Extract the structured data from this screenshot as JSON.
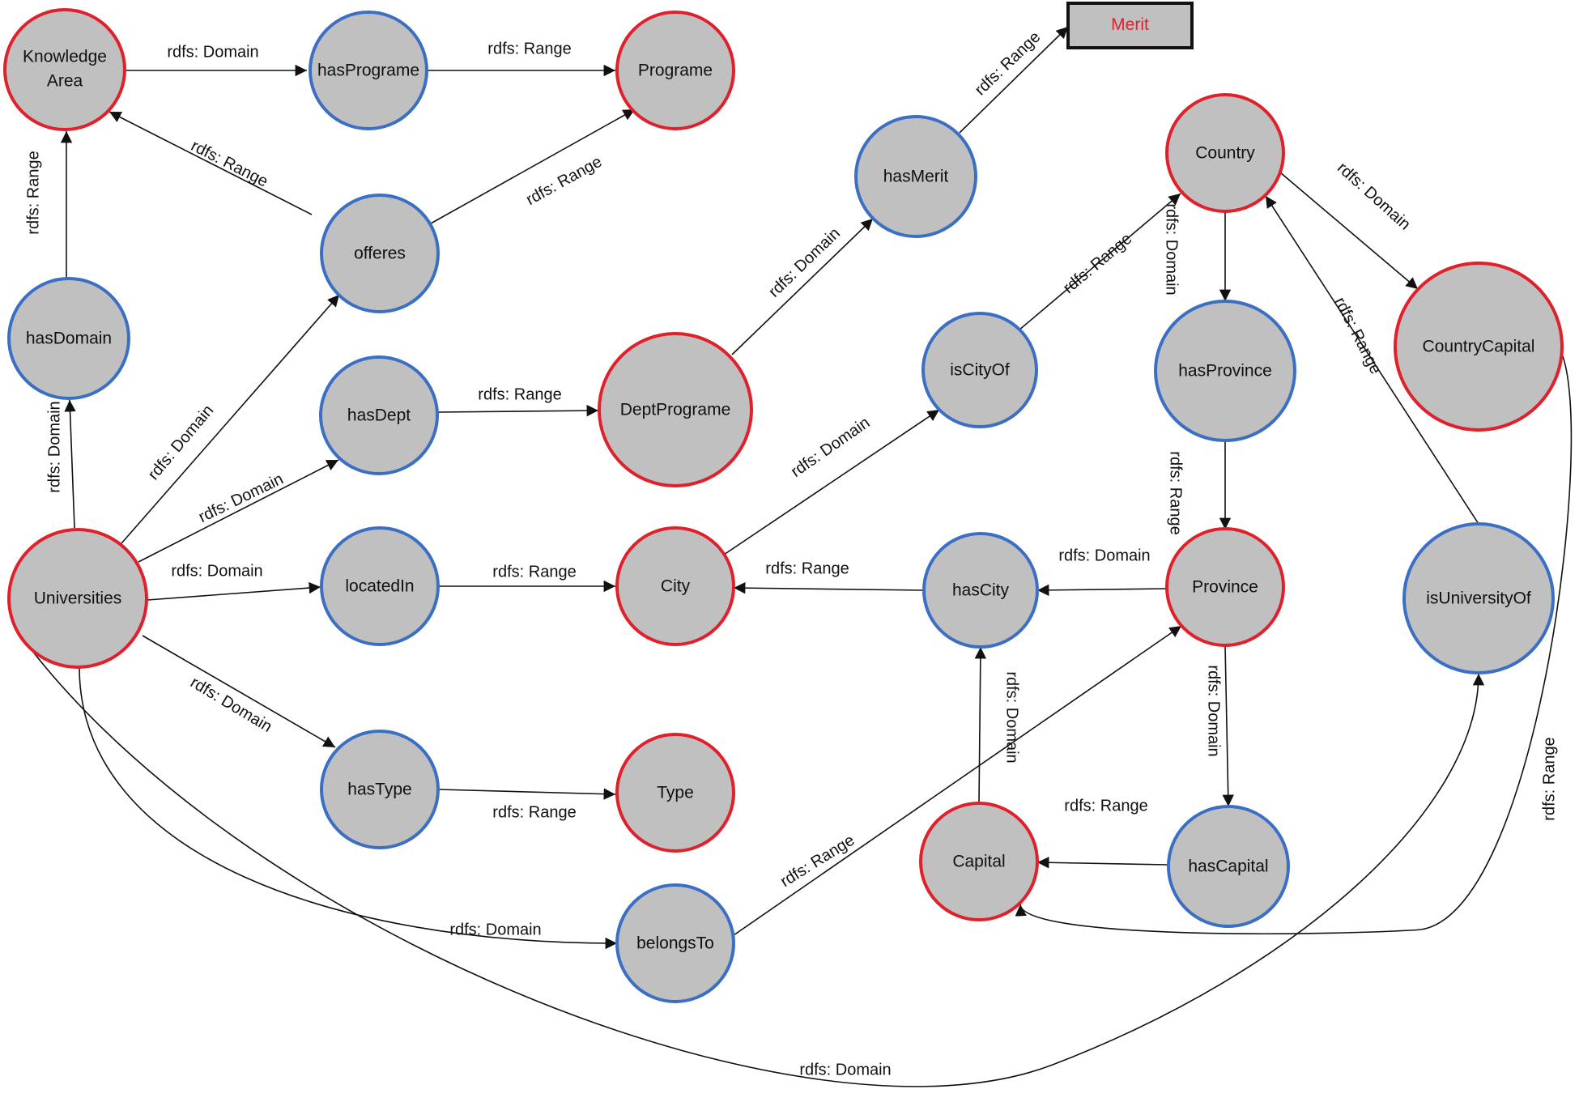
{
  "colors": {
    "class_border": "#e0202a",
    "property_border": "#3b6fc4",
    "node_fill": "#c0c0c0",
    "merit_text": "#e0202a",
    "merit_border": "#111111"
  },
  "nodes": [
    {
      "id": "knowledge_area",
      "label": "Knowledge",
      "label2": "Area",
      "kind": "class"
    },
    {
      "id": "has_programe",
      "label": "hasPrograme",
      "kind": "property"
    },
    {
      "id": "programe",
      "label": "Programe",
      "kind": "class"
    },
    {
      "id": "offeres",
      "label": "offeres",
      "kind": "property"
    },
    {
      "id": "has_domain",
      "label": "hasDomain",
      "kind": "property"
    },
    {
      "id": "has_merit",
      "label": "hasMerit",
      "kind": "property"
    },
    {
      "id": "merit",
      "label": "Merit",
      "kind": "literal"
    },
    {
      "id": "country",
      "label": "Country",
      "kind": "class"
    },
    {
      "id": "has_dept",
      "label": "hasDept",
      "kind": "property"
    },
    {
      "id": "dept_programe",
      "label": "DeptPrograme",
      "kind": "class"
    },
    {
      "id": "is_city_of",
      "label": "isCityOf",
      "kind": "property"
    },
    {
      "id": "has_province",
      "label": "hasProvince",
      "kind": "property"
    },
    {
      "id": "country_capital",
      "label": "CountryCapital",
      "kind": "class"
    },
    {
      "id": "universities",
      "label": "Universities",
      "kind": "class"
    },
    {
      "id": "located_in",
      "label": "locatedIn",
      "kind": "property"
    },
    {
      "id": "city",
      "label": "City",
      "kind": "class"
    },
    {
      "id": "has_city",
      "label": "hasCity",
      "kind": "property"
    },
    {
      "id": "province",
      "label": "Province",
      "kind": "class"
    },
    {
      "id": "is_university_of",
      "label": "isUniversityOf",
      "kind": "property"
    },
    {
      "id": "has_type",
      "label": "hasType",
      "kind": "property"
    },
    {
      "id": "type",
      "label": "Type",
      "kind": "class"
    },
    {
      "id": "capital",
      "label": "Capital",
      "kind": "class"
    },
    {
      "id": "has_capital",
      "label": "hasCapital",
      "kind": "property"
    },
    {
      "id": "belongs_to",
      "label": "belongsTo",
      "kind": "property"
    }
  ],
  "edges": [
    {
      "from": "knowledge_area",
      "to": "has_programe",
      "label": "rdfs: Domain"
    },
    {
      "from": "has_programe",
      "to": "programe",
      "label": "rdfs: Range"
    },
    {
      "from": "offeres",
      "to": "knowledge_area",
      "label": "rdfs: Range"
    },
    {
      "from": "offeres",
      "to": "programe",
      "label": "rdfs: Range"
    },
    {
      "from": "has_domain",
      "to": "knowledge_area",
      "label": "rdfs: Range"
    },
    {
      "from": "universities",
      "to": "has_domain",
      "label": "rdfs: Domain"
    },
    {
      "from": "universities",
      "to": "offeres",
      "label": "rdfs: Domain"
    },
    {
      "from": "universities",
      "to": "has_dept",
      "label": "rdfs: Domain"
    },
    {
      "from": "has_dept",
      "to": "dept_programe",
      "label": "rdfs: Range"
    },
    {
      "from": "dept_programe",
      "to": "has_merit",
      "label": "rdfs: Domain"
    },
    {
      "from": "has_merit",
      "to": "merit",
      "label": "rdfs: Range"
    },
    {
      "from": "universities",
      "to": "located_in",
      "label": "rdfs: Domain"
    },
    {
      "from": "located_in",
      "to": "city",
      "label": "rdfs: Range"
    },
    {
      "from": "city",
      "to": "is_city_of",
      "label": "rdfs: Domain"
    },
    {
      "from": "is_city_of",
      "to": "country",
      "label": "rdfs: Range"
    },
    {
      "from": "country",
      "to": "has_province",
      "label": "rdfs: Domain"
    },
    {
      "from": "has_province",
      "to": "province",
      "label": "rdfs: Range"
    },
    {
      "from": "country",
      "to": "country_capital",
      "label": "rdfs: Domain"
    },
    {
      "from": "is_university_of",
      "to": "country",
      "label": "rdfs: Range"
    },
    {
      "from": "province",
      "to": "has_city",
      "label": "rdfs: Domain"
    },
    {
      "from": "has_city",
      "to": "city",
      "label": "rdfs: Range"
    },
    {
      "from": "universities",
      "to": "has_type",
      "label": "rdfs: Domain"
    },
    {
      "from": "has_type",
      "to": "type",
      "label": "rdfs: Range"
    },
    {
      "from": "capital",
      "to": "has_city",
      "label": "rdfs: Domain"
    },
    {
      "from": "province",
      "to": "has_capital",
      "label": "rdfs: Domain"
    },
    {
      "from": "has_capital",
      "to": "capital",
      "label": "rdfs: Range"
    },
    {
      "from": "universities",
      "to": "belongs_to",
      "label": "rdfs: Domain"
    },
    {
      "from": "belongs_to",
      "to": "province",
      "label": "rdfs: Range"
    },
    {
      "from": "country_capital",
      "to": "capital",
      "label": "rdfs: Range"
    },
    {
      "from": "universities",
      "to": "is_university_of",
      "label": "rdfs: Domain"
    }
  ]
}
